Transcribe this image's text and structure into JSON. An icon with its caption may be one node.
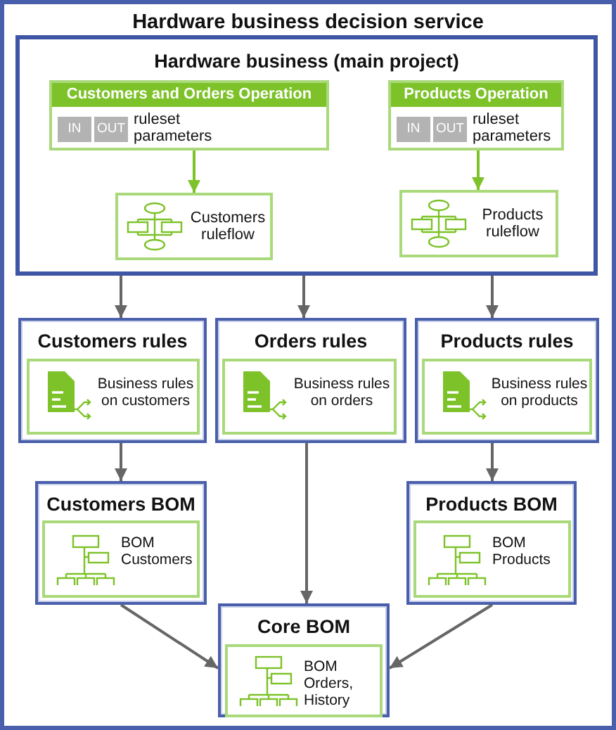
{
  "diagram": {
    "nodes": [
      {
        "text": [
          "Hardware business decision service"
        ]
      },
      {
        "text": [
          "Hardware business (main project)"
        ],
        "in": 0
      },
      {
        "text": [
          "Customers and Orders Operation",
          "IN",
          "OUT",
          "ruleset parameters"
        ],
        "in": 1
      },
      {
        "text": [
          "Customers ruleflow"
        ],
        "in": 1
      },
      {
        "text": [
          "Products Operation",
          "IN",
          "OUT",
          "ruleset parameters"
        ],
        "in": 1
      },
      {
        "text": [
          "Products ruleflow"
        ],
        "in": 1
      },
      {
        "text": [
          "Customers rules"
        ],
        "in": 0
      },
      {
        "text": [
          "Business rules on customers"
        ],
        "in": 6
      },
      {
        "text": [
          "Orders rules"
        ],
        "in": 0
      },
      {
        "text": [
          "Business rules on orders"
        ],
        "in": 8
      },
      {
        "text": [
          "Products rules"
        ],
        "in": 0
      },
      {
        "text": [
          "Business rules on products"
        ],
        "in": 10
      },
      {
        "text": [
          "Customers BOM"
        ],
        "in": 0
      },
      {
        "text": [
          "BOM Customers"
        ],
        "in": 12
      },
      {
        "text": [
          "Products BOM"
        ],
        "in": 0
      },
      {
        "text": [
          "BOM Products"
        ],
        "in": 14
      },
      {
        "text": [
          "Core BOM"
        ],
        "in": 0
      },
      {
        "text": [
          "BOM Orders, History"
        ],
        "in": 16
      }
    ],
    "edges": [
      {
        "from": 2,
        "to": 3,
        "arrow": "to",
        "color": "#7cc228"
      },
      {
        "from": 4,
        "to": 5,
        "arrow": "to",
        "color": "#7cc228"
      },
      {
        "from": 1,
        "to": 6,
        "arrow": "to"
      },
      {
        "from": 1,
        "to": 8,
        "arrow": "to"
      },
      {
        "from": 1,
        "to": 10,
        "arrow": "to"
      },
      {
        "from": 6,
        "to": 12,
        "arrow": "to"
      },
      {
        "from": 8,
        "to": 16,
        "arrow": "to"
      },
      {
        "from": 10,
        "to": 14,
        "arrow": "to"
      },
      {
        "from": 12,
        "to": 16,
        "arrow": "to"
      },
      {
        "from": 14,
        "to": 16,
        "arrow": "to"
      }
    ]
  }
}
